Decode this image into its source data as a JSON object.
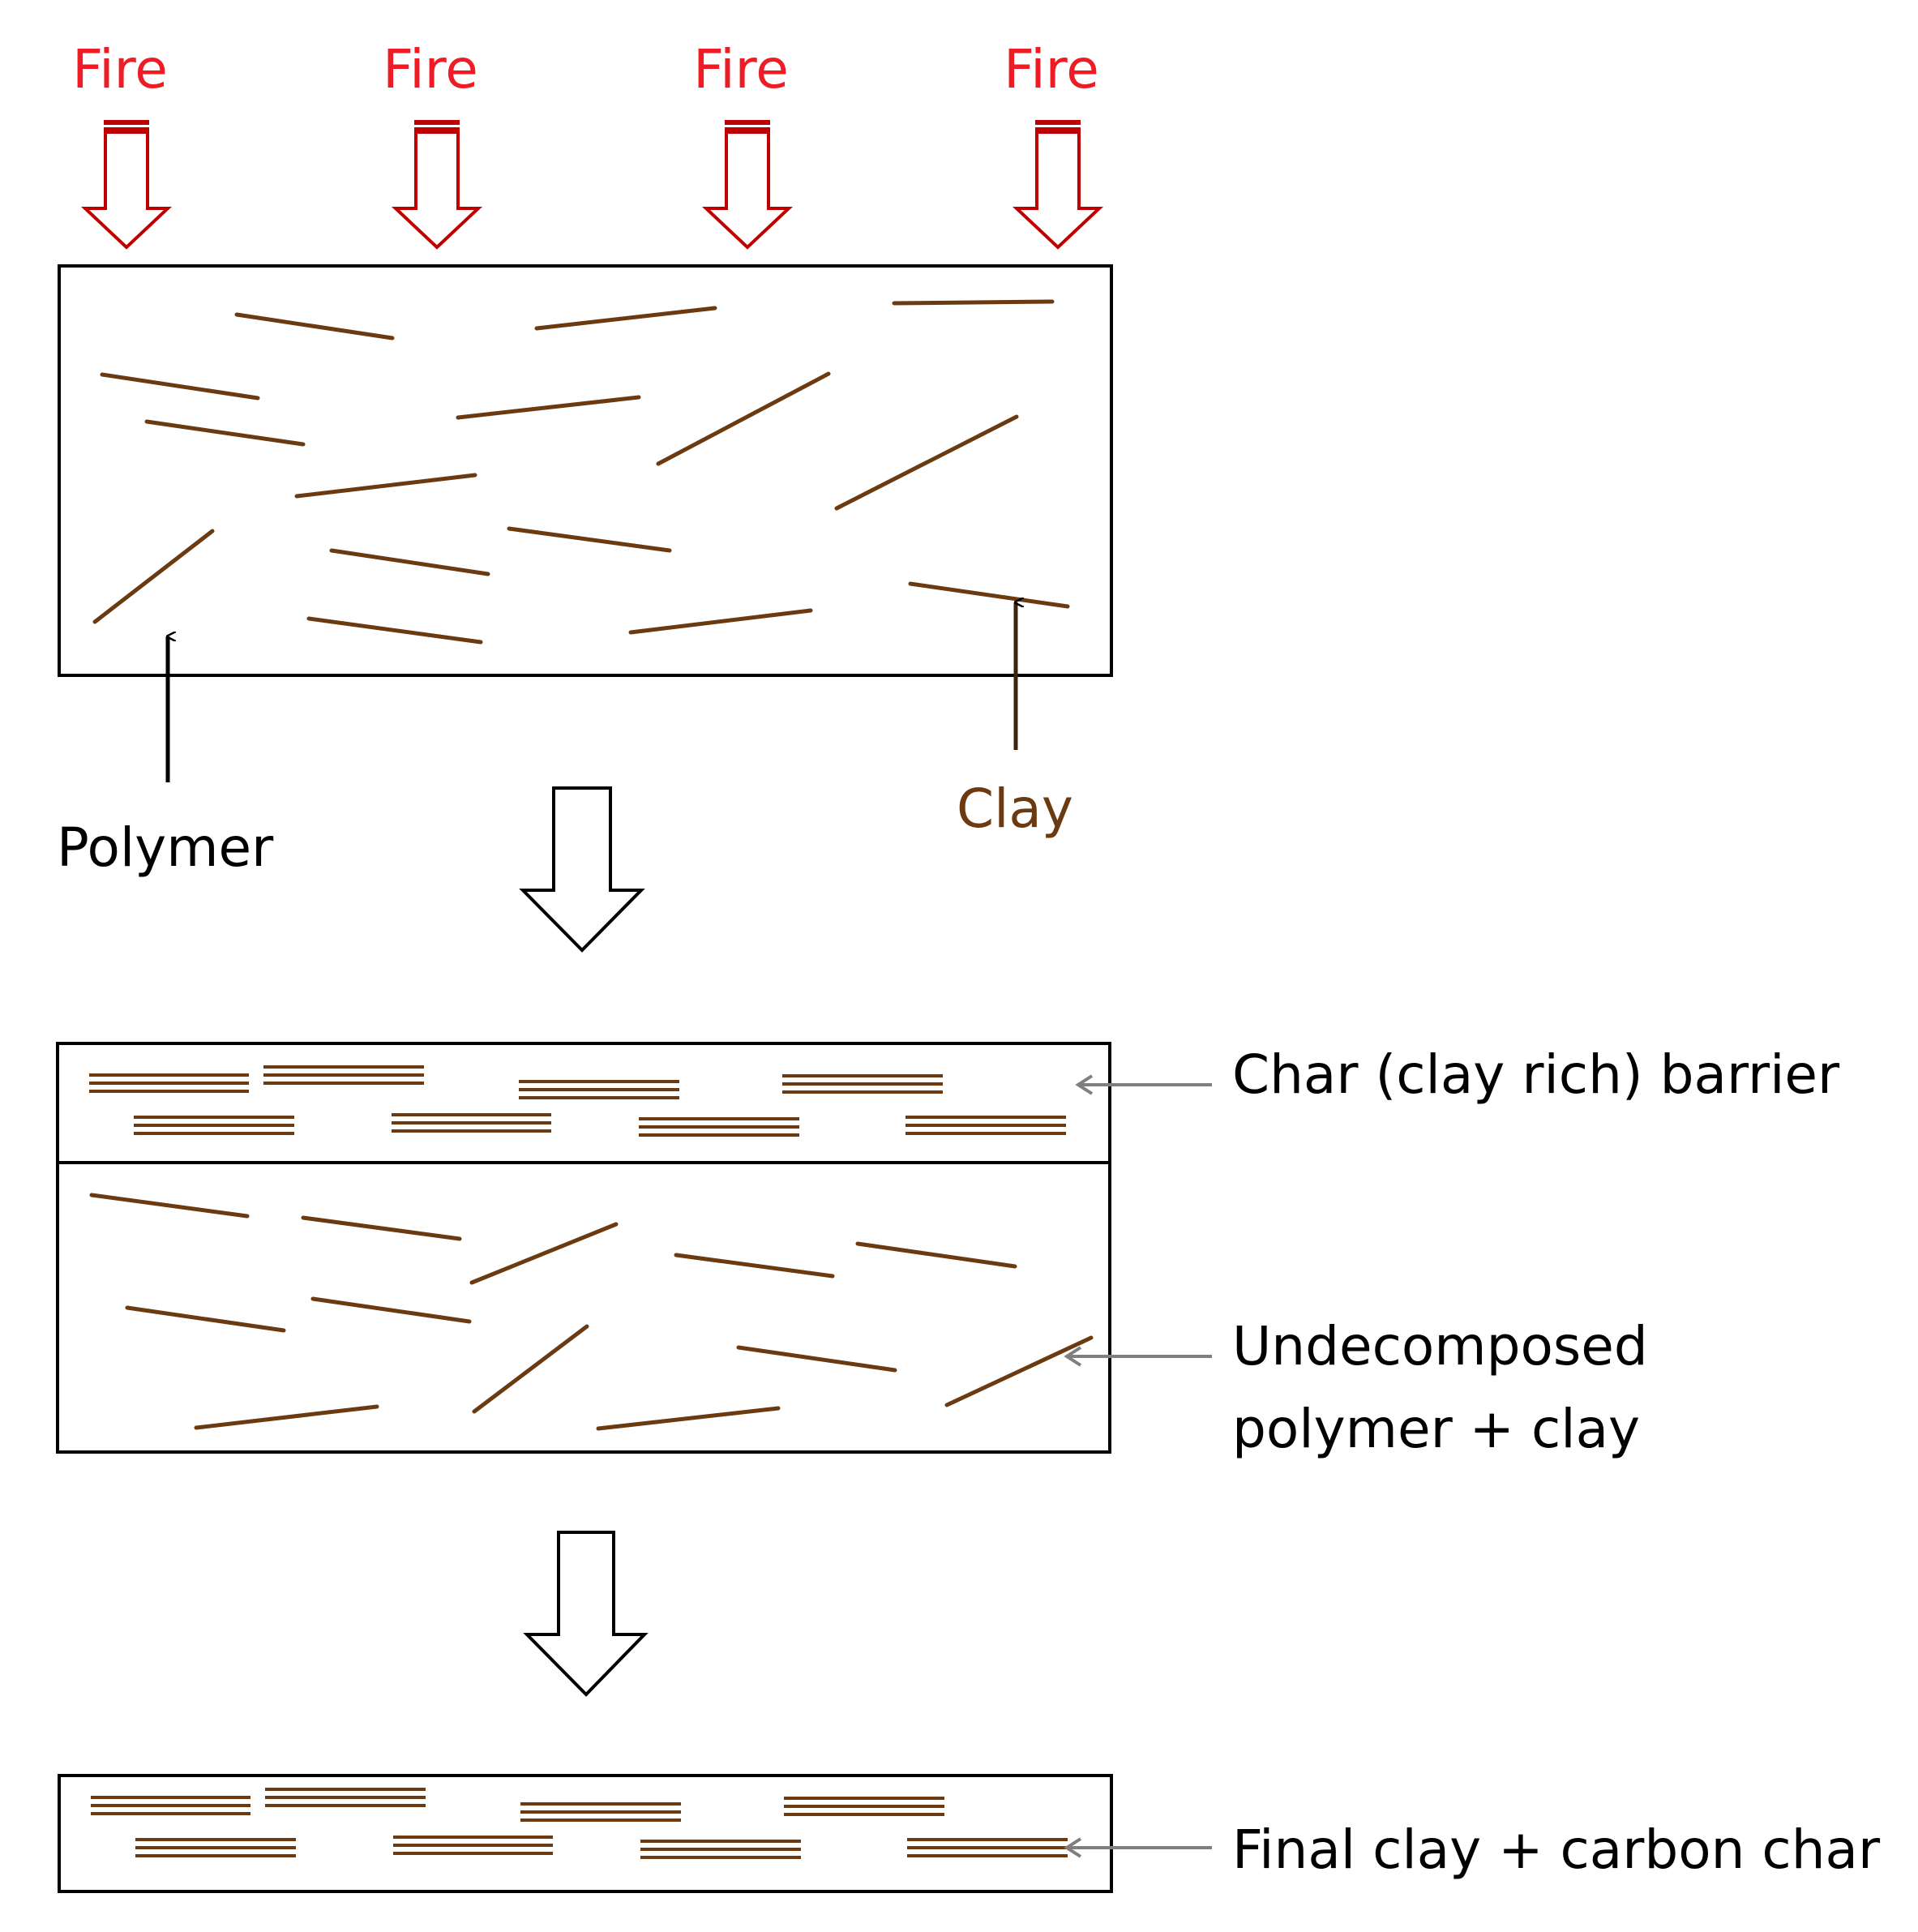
{
  "fire_labels": [
    "Fire",
    "Fire",
    "Fire",
    "Fire"
  ],
  "labels": {
    "polymer": "Polymer",
    "clay": "Clay",
    "char_barrier": "Char (clay rich) barrier",
    "undecomposed_line1": "Undecomposed",
    "undecomposed_line2": "polymer + clay",
    "final_char": "Final clay + carbon char"
  },
  "colors": {
    "fire": "#ee1c24",
    "fire_arrow": "#c00000",
    "clay": "#6b3a10",
    "outline": "#000000",
    "pointer": "#7f7f7f",
    "text": "#000000"
  }
}
